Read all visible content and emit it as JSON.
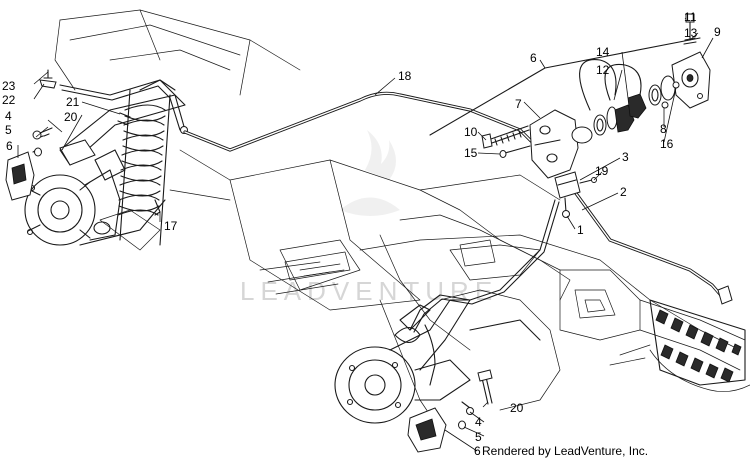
{
  "callouts": {
    "c1": "1",
    "c2": "2",
    "c3": "3",
    "c4a": "4",
    "c4b": "4",
    "c5a": "5",
    "c5b": "5",
    "c6a": "6",
    "c6b": "6",
    "c6c": "6",
    "c7": "7",
    "c8": "8",
    "c9": "9",
    "c10": "10",
    "c11": "11",
    "c12": "12",
    "c13": "13",
    "c14": "14",
    "c15": "15",
    "c16": "16",
    "c17": "17",
    "c18": "18",
    "c19": "19",
    "c20a": "20",
    "c20b": "20",
    "c21": "21",
    "c22": "22",
    "c23": "23"
  },
  "credit": "Rendered by LeadVenture, Inc.",
  "watermark": "LEADVENTURE"
}
